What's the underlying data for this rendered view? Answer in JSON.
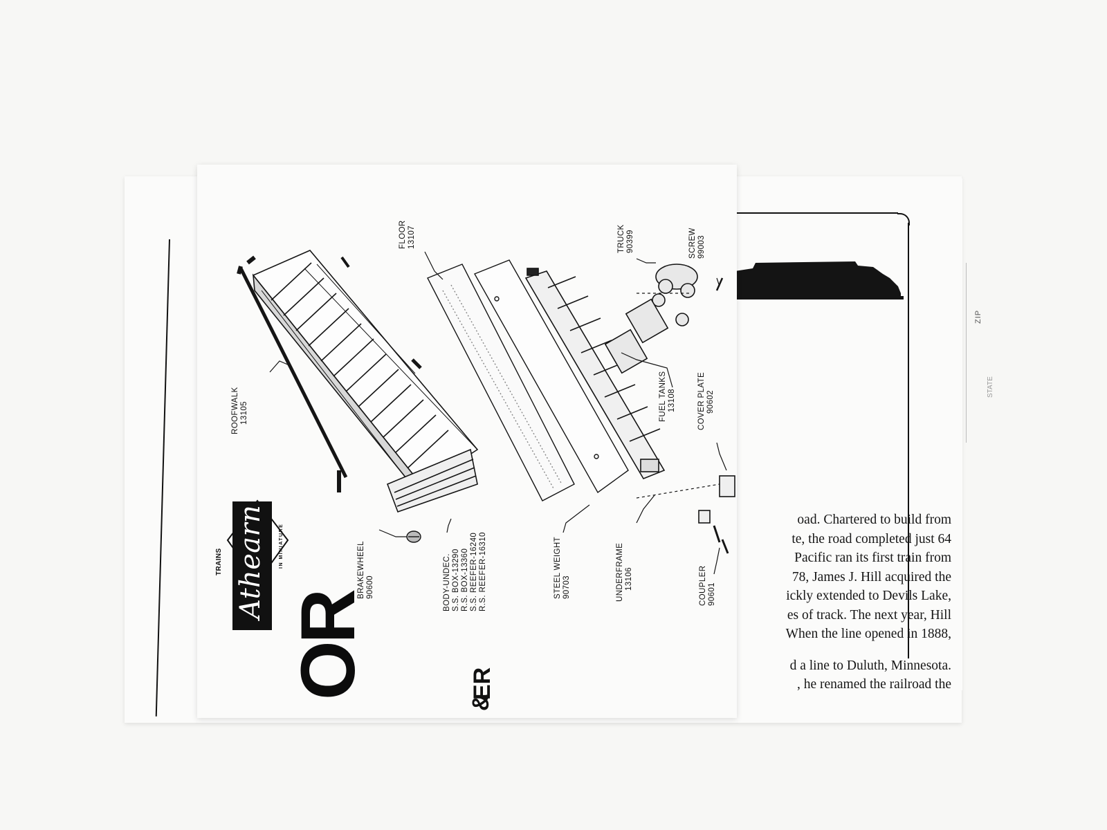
{
  "locomotive_sheet": {
    "history_lines": [
      "oad. Chartered to build from",
      "te, the road completed just 64",
      "Pacific ran its first train from",
      "78, James J. Hill acquired the",
      "ickly extended to Devils Lake,",
      "es of track. The next year, Hill",
      "When the line opened in 1888,",
      "",
      "d a line to Duluth, Minnesota.",
      ", he renamed the railroad the"
    ],
    "zip_label": "ZIP",
    "state_label": "STATE"
  },
  "instruction_sheet": {
    "title_fragment": "OR",
    "subtitle_fragment_1": "&",
    "subtitle_fragment_2": "ER",
    "logo": {
      "top_text": "TRAINS",
      "script_text": "Athearn",
      "side_text": "IN MINIATURE"
    },
    "parts": {
      "roofwalk": [
        "ROOFWALK",
        "13105"
      ],
      "floor": [
        "FLOOR",
        "13107"
      ],
      "truck": [
        "TRUCK",
        "90399"
      ],
      "screw": [
        "SCREW",
        "99003"
      ],
      "fuel_tanks": [
        "FUEL TANKS",
        "13108"
      ],
      "cover_plate": [
        "COVER PLATE",
        "90602"
      ],
      "brakewheel": [
        "BRAKEWHEEL",
        "90600"
      ],
      "body": [
        "BODY-UNDEC.",
        "S.S. BOX-13290",
        "R.S. BOX-13360",
        "S.S. REEFER-16240",
        "R.S. REEFER-16310"
      ],
      "steel_weight": [
        "STEEL WEIGHT",
        "90703"
      ],
      "underframe": [
        "UNDERFRAME",
        "13106"
      ],
      "coupler": [
        "COUPLER",
        "90601"
      ]
    }
  }
}
